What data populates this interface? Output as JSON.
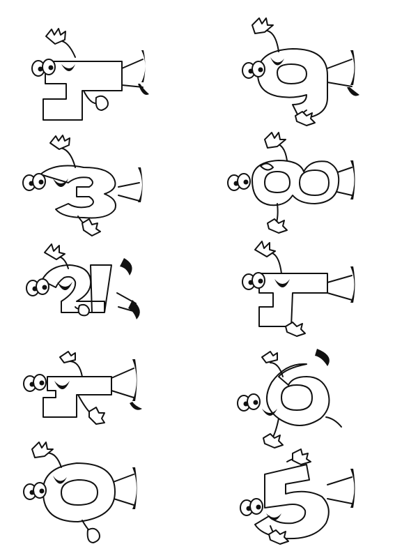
{
  "page": {
    "background": "#ffffff",
    "ink": "#111111"
  },
  "figures": [
    {
      "digit": 4,
      "column": "left",
      "row": 1
    },
    {
      "digit": 3,
      "column": "left",
      "row": 2
    },
    {
      "digit": 2,
      "column": "left",
      "row": 3
    },
    {
      "digit": 1,
      "column": "left",
      "row": 4
    },
    {
      "digit": 0,
      "column": "left",
      "row": 5
    },
    {
      "digit": 9,
      "column": "right",
      "row": 1
    },
    {
      "digit": 8,
      "column": "right",
      "row": 2
    },
    {
      "digit": 7,
      "column": "right",
      "row": 3
    },
    {
      "digit": 6,
      "column": "right",
      "row": 4
    },
    {
      "digit": 5,
      "column": "right",
      "row": 5
    }
  ]
}
